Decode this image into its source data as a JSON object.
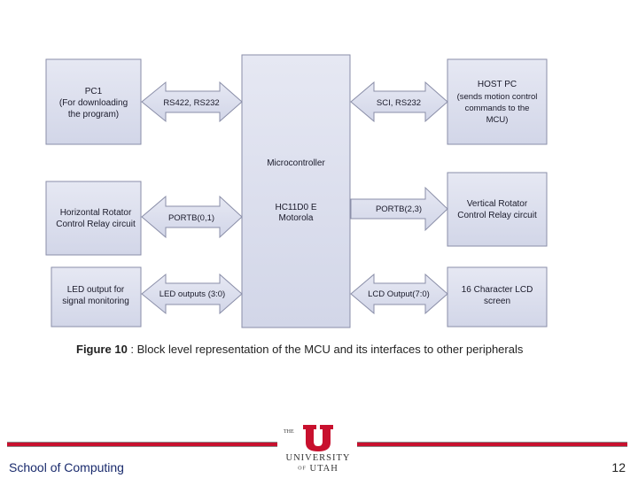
{
  "diagram": {
    "center_block": {
      "title": "Microcontroller",
      "line1": "HC11D0 E",
      "line2": "Motorola"
    },
    "left_blocks": [
      {
        "lines": [
          "PC1",
          "(For downloading",
          "the program)"
        ],
        "arrow_label": "RS422, RS232"
      },
      {
        "lines": [
          "Horizontal Rotator",
          "Control Relay circuit"
        ],
        "arrow_label": "PORTB(0,1)"
      },
      {
        "lines": [
          "LED output for",
          "signal monitoring"
        ],
        "arrow_label": "LED outputs (3:0)"
      }
    ],
    "right_blocks": [
      {
        "lines": [
          "HOST PC",
          "(sends motion control",
          "commands to the",
          "MCU)"
        ],
        "arrow_label": "SCI, RS232"
      },
      {
        "lines": [
          "Vertical  Rotator",
          "Control Relay circuit"
        ],
        "arrow_label": "PORTB(2,3)"
      },
      {
        "lines": [
          "16 Character LCD",
          "screen"
        ],
        "arrow_label": "LCD Output(7:0)"
      }
    ]
  },
  "caption": {
    "label": "Figure 10",
    "text": " : Block level representation of the MCU and its interfaces to other peripherals"
  },
  "footer": {
    "school": "School of Computing",
    "page_number": "12",
    "logo": {
      "the": "THE",
      "university": "UNIVERSITY",
      "of": "OF",
      "utah": "UTAH"
    }
  },
  "colors": {
    "block_fill": "#dde0ee",
    "block_stroke": "#8a8ea8",
    "accent_red": "#c8102e",
    "school_text": "#1a2b6d"
  }
}
